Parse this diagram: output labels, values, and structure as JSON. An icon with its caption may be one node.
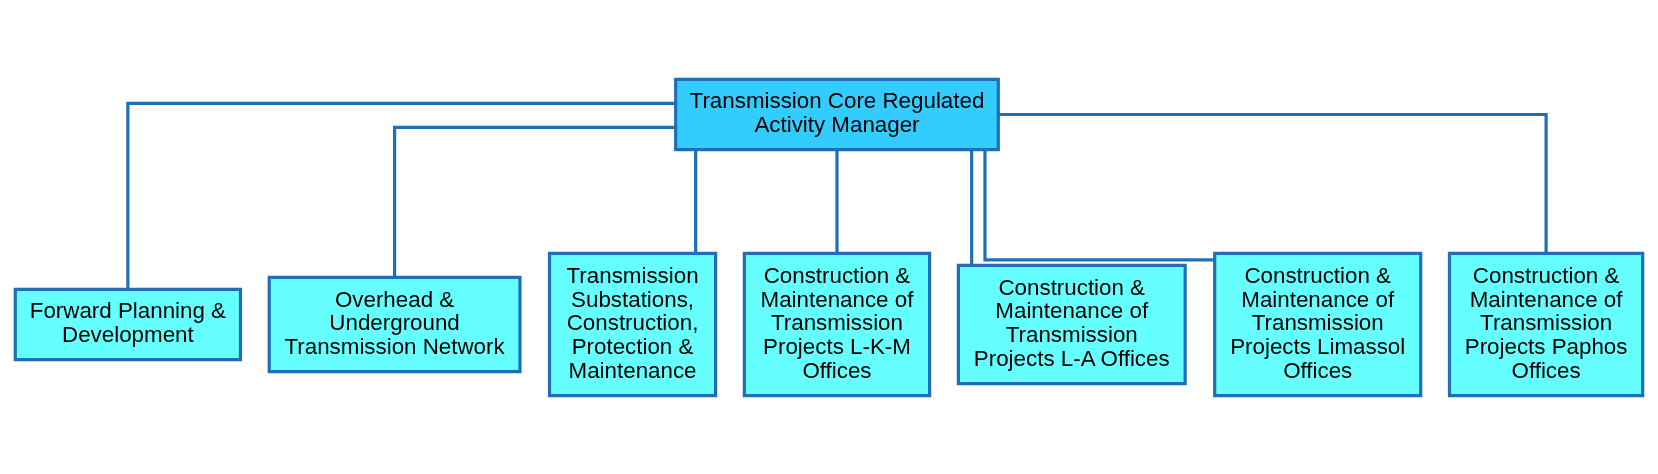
{
  "diagram": {
    "nodes": [
      {
        "text": [
          "Transmission Core Regulated Activity Manager"
        ]
      },
      {
        "text": [
          "Forward Planning & Development"
        ]
      },
      {
        "text": [
          "Overhead & Underground Transmission Network"
        ]
      },
      {
        "text": [
          "Transmission Substations, Construction, Protection & Maintenance"
        ]
      },
      {
        "text": [
          "Construction & Maintenance of Transmission Projects L-K-M Offices"
        ]
      },
      {
        "text": [
          "Construction & Maintenance of Transmission Projects L-A Offices"
        ]
      },
      {
        "text": [
          "Construction & Maintenance of Transmission Projects Limassol Offices"
        ]
      },
      {
        "text": [
          "Construction & Maintenance of Transmission Projects Paphos Offices"
        ]
      }
    ],
    "edges": [
      {
        "from": 0,
        "to": 1,
        "arrow": "none"
      },
      {
        "from": 0,
        "to": 2,
        "arrow": "none"
      },
      {
        "from": 0,
        "to": 3,
        "arrow": "none"
      },
      {
        "from": 0,
        "to": 4,
        "arrow": "none"
      },
      {
        "from": 0,
        "to": 5,
        "arrow": "none"
      },
      {
        "from": 0,
        "to": 6,
        "arrow": "none"
      },
      {
        "from": 0,
        "to": 7,
        "arrow": "none"
      }
    ]
  }
}
